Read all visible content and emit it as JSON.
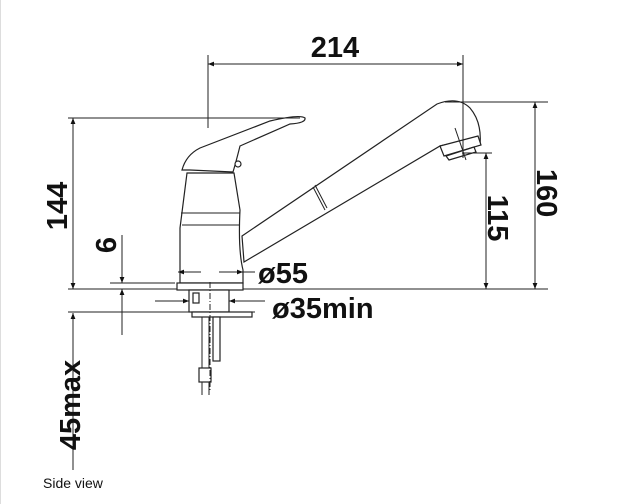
{
  "caption": "Side view",
  "dimensions": {
    "width_reach": "214",
    "height_lever": "144",
    "height_total": "160",
    "height_spout": "115",
    "counter_thickness": "6",
    "base_diameter": "ø55",
    "hole_diameter": "ø35min",
    "max_depth": "45max"
  }
}
